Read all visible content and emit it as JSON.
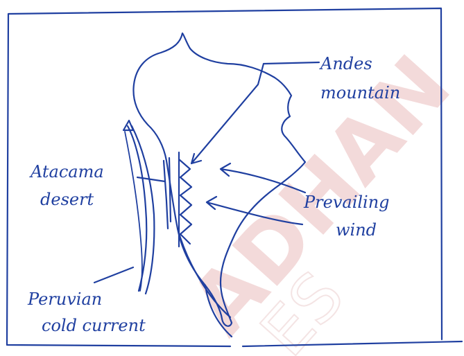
{
  "watermark": {
    "main": "ADHAN",
    "faint": "ES"
  },
  "labels": {
    "andes_line1": "Andes",
    "andes_line2": "mountain",
    "atacama_line1": "Atacama",
    "atacama_line2": "desert",
    "wind_line1": "Prevailing",
    "wind_line2": "wind",
    "peru_line1": "Peruvian",
    "peru_line2": "cold current"
  },
  "colors": {
    "ink": "#1f3fa0",
    "watermark": "#f3dada",
    "background": "#ffffff"
  }
}
